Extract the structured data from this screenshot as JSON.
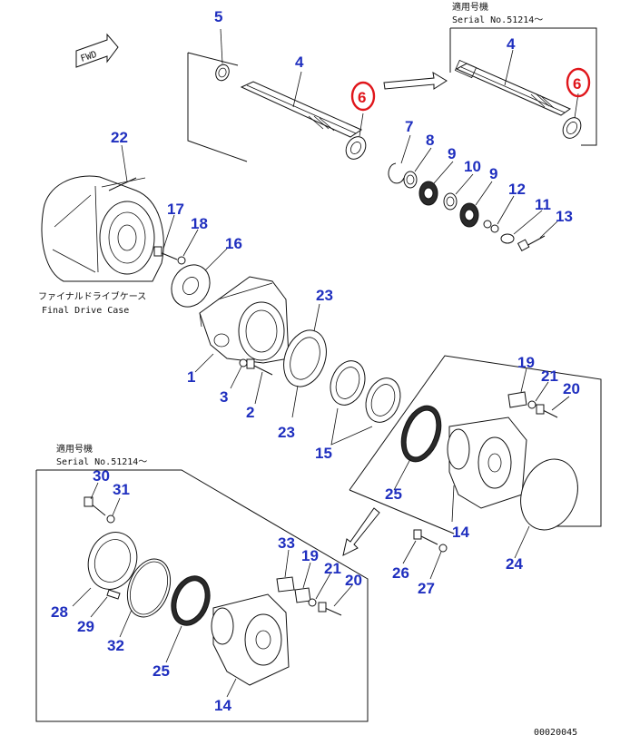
{
  "header_right": {
    "jp": "適用号機",
    "serial": "Serial No.51214～"
  },
  "header_bottom": {
    "jp": "適用号機",
    "serial": "Serial No.51214～"
  },
  "final_drive_label": {
    "jp": "ファイナルドライブケース",
    "en": "Final Drive Case"
  },
  "fwd_label": "FWD",
  "footer_code": "00020045",
  "highlight_color": "#e0161b",
  "label_color": "#1f2fbf",
  "part_numbers": {
    "p5": "5",
    "p4a": "4",
    "p6a": "6",
    "p4b": "4",
    "p6b": "6",
    "p7": "7",
    "p8": "8",
    "p9a": "9",
    "p10": "10",
    "p9b": "9",
    "p12": "12",
    "p11": "11",
    "p13": "13",
    "p22": "22",
    "p17": "17",
    "p18": "18",
    "p16": "16",
    "p23a": "23",
    "p1": "1",
    "p3": "3",
    "p2": "2",
    "p23b": "23",
    "p15": "15",
    "p19a": "19",
    "p21a": "21",
    "p20a": "20",
    "p25a": "25",
    "p14a": "14",
    "p24": "24",
    "p26": "26",
    "p27": "27",
    "p30": "30",
    "p31": "31",
    "p28": "28",
    "p29": "29",
    "p32": "32",
    "p25b": "25",
    "p14b": "14",
    "p33": "33",
    "p19b": "19",
    "p21b": "21",
    "p20b": "20"
  }
}
